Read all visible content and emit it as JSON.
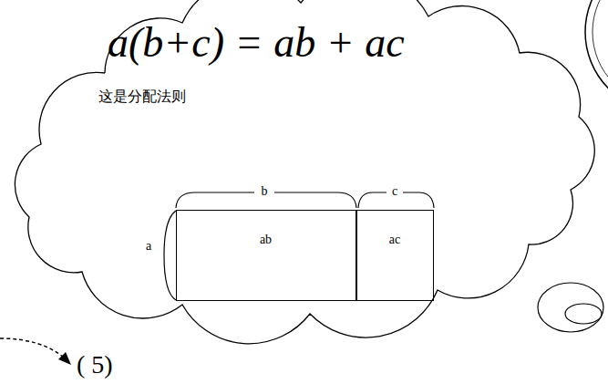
{
  "diagram": {
    "nodes": [
      {
        "text": [
          "a(b+c) = ab + ac",
          "这是分配法则"
        ]
      },
      {
        "text": [
          "ab"
        ],
        "in": 0
      },
      {
        "text": [
          "ac"
        ],
        "in": 0
      }
    ],
    "labels": [
      "b",
      "c",
      "a",
      "( 5)"
    ]
  }
}
